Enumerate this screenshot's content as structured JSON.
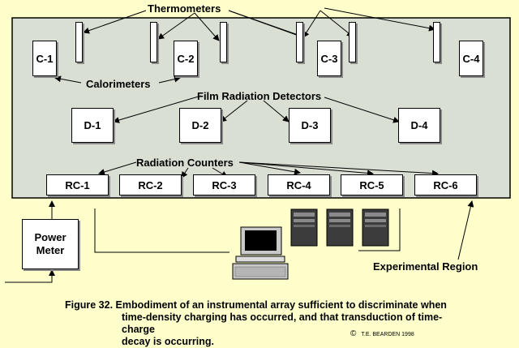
{
  "labels": {
    "thermometers": "Thermometers",
    "calorimeters": "Calorimeters",
    "film_detectors": "Film Radiation Detectors",
    "radiation_counters": "Radiation Counters",
    "experimental_region": "Experimental Region"
  },
  "calorimeters": [
    "C-1",
    "C-2",
    "C-3",
    "C-4"
  ],
  "film_detectors": [
    "D-1",
    "D-2",
    "D-3",
    "D-4"
  ],
  "radiation_counters": [
    "RC-1",
    "RC-2",
    "RC-3",
    "RC-4",
    "RC-5",
    "RC-6"
  ],
  "power_meter": {
    "line1": "Power",
    "line2": "Meter"
  },
  "caption": {
    "line1": "Figure 32.  Embodiment of an instrumental array sufficient to discriminate when",
    "line2": "time-density charging has occurred, and that transduction of time-charge",
    "line3": "decay is occurring."
  },
  "copyright": {
    "symbol": "©",
    "text": "T.E. BEARDEN  1998"
  },
  "colors": {
    "background": "#ffffcc",
    "region_fill": "#d9dfd2",
    "box_fill": "#ffffff",
    "line": "#000000"
  },
  "icons": [
    "computer-icon",
    "server-tower-icon"
  ]
}
